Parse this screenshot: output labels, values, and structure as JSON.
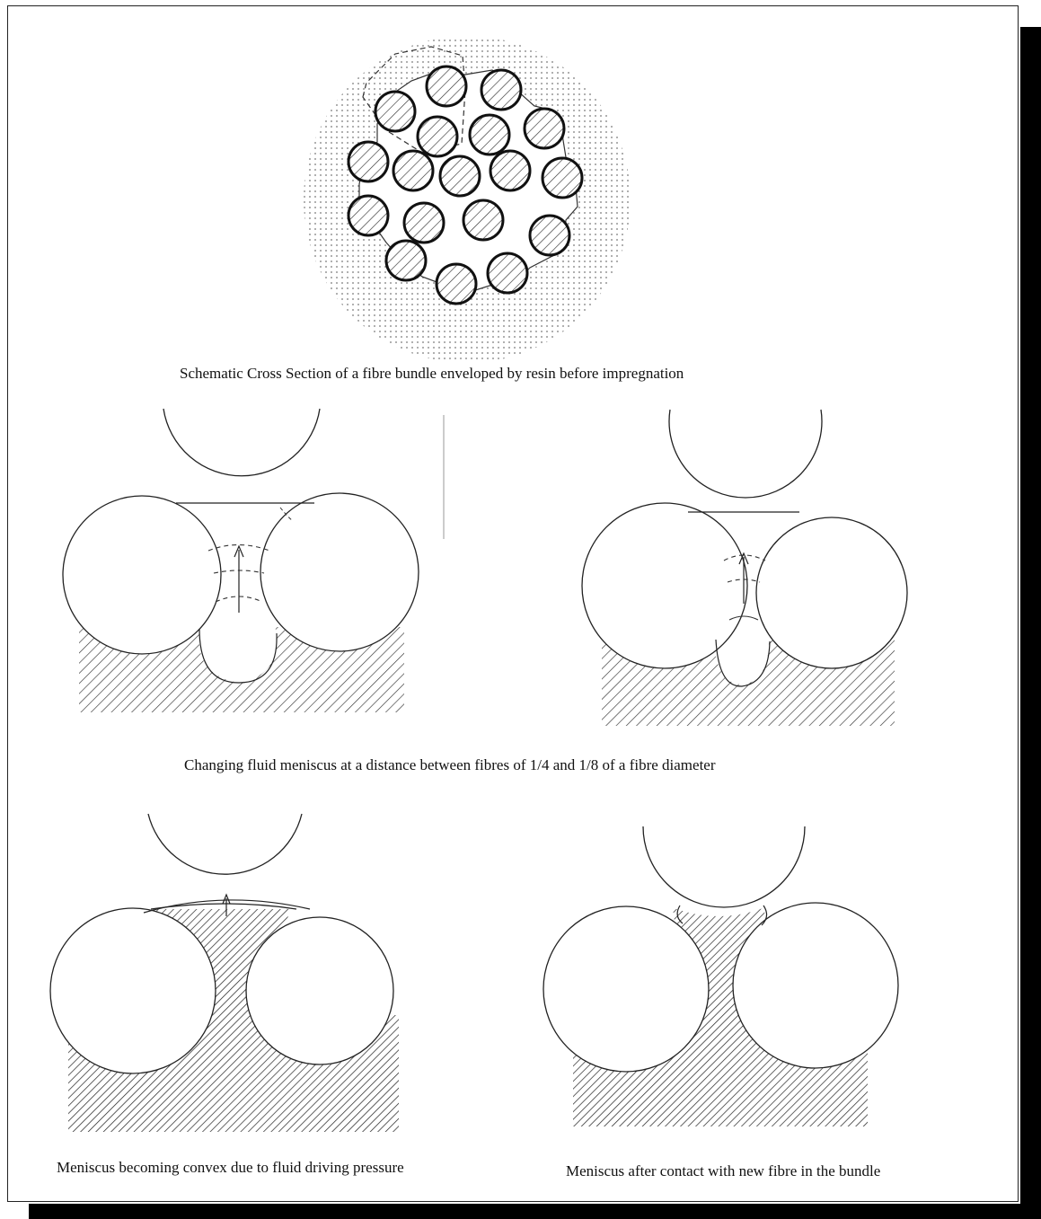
{
  "captions": {
    "cross_section": "Schematic Cross Section of a fibre bundle enveloped by resin before impregnation",
    "meniscus_distance": "Changing fluid meniscus at a distance between fibres of 1/4  and 1/8 of a fibre diameter",
    "convex": "Meniscus becoming convex due to fluid driving pressure",
    "after_contact": "Meniscus after contact with new fibre in the  bundle"
  },
  "colors": {
    "line": "#1a1a1a",
    "hatch": "#333333",
    "resin_dots": "#777777",
    "background": "#ffffff"
  }
}
